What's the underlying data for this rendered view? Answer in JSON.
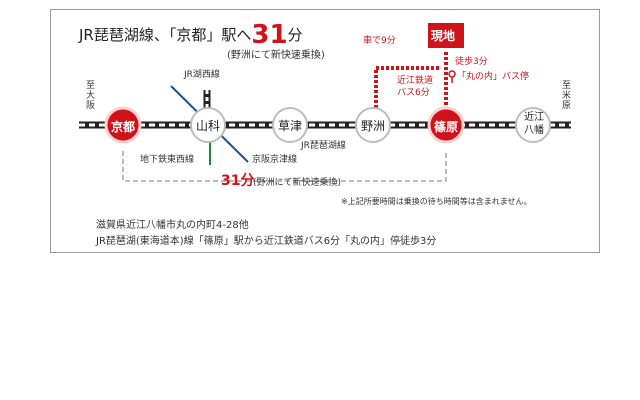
{
  "title": {
    "prefix": "JR琵琶湖線、「京都」駅へ",
    "minutes": "31",
    "suffix": "分"
  },
  "subtitle": "(野洲にて新快速乗換)",
  "destinations": {
    "west": "至大阪",
    "east": "至米原"
  },
  "stations": {
    "kyoto": "京都",
    "yamashina": "山科",
    "kusatsu": "草津",
    "yasu": "野洲",
    "shinohara": "篠原",
    "omi_hachiman": "近江八幡"
  },
  "genchi": "現地",
  "lines": {
    "kosei": "JR湖西線",
    "tozai": "地下鉄東西線",
    "keihan": "京阪京津線",
    "biwako": "JR琵琶湖線"
  },
  "routes": {
    "car": "車で9分",
    "bus_line1": "近江鉄道",
    "bus_line2": "バス6分",
    "walk": "徒歩3分",
    "bus_stop": "「丸の内」バス停"
  },
  "total": {
    "minutes": "31分",
    "detail": "(野洲にて新快速乗換)"
  },
  "note": "※上記所要時間は乗換の待ち時間等は含まれません。",
  "address": {
    "line1": "滋賀県近江八幡市丸の内町4-28他",
    "line2": "JR琵琶湖(東海道本)線「篠原」駅から近江鉄道バス6分「丸の内」停徒歩3分"
  },
  "colors": {
    "accent": "#d0121b",
    "rail": "#222222",
    "kosei": "#1f4e9a",
    "tozai": "#1d8a3a",
    "keihan": "#1f4e9a",
    "dash": "#bbbbbb"
  }
}
